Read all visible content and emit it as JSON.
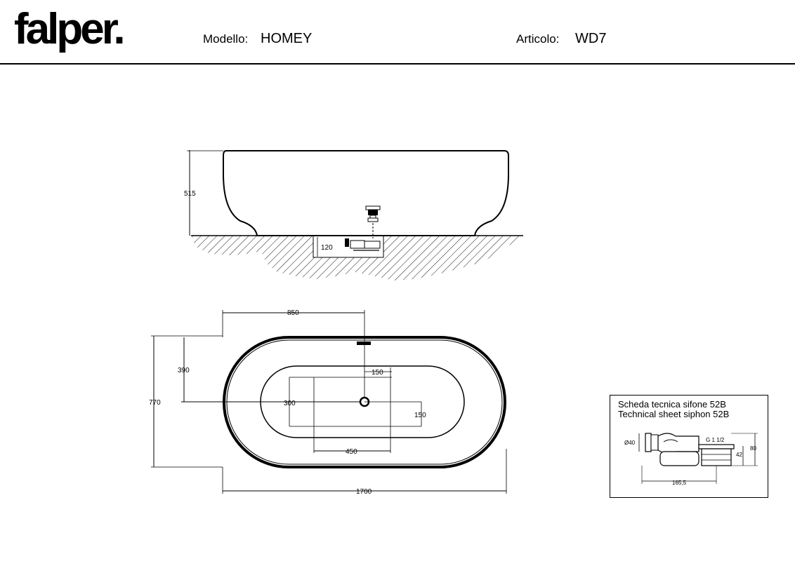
{
  "header": {
    "logo_text": "falper.",
    "model_label": "Modello:",
    "model_value": "HOMEY",
    "article_label": "Articolo:",
    "article_value": "WD7"
  },
  "side_view": {
    "height_dim": "515",
    "drain_depth_dim": "120"
  },
  "top_view": {
    "half_length_dim": "850",
    "half_width_dim": "390",
    "width_dim": "770",
    "drain_offset_dim": "150",
    "inner_height_dim": "300",
    "inner_half_dim": "150",
    "inner_width_dim": "450",
    "length_dim": "1700"
  },
  "siphon": {
    "title_it": "Scheda tecnica sifone 52B",
    "title_en": "Technical sheet siphon 52B",
    "diameter_dim": "Ø40",
    "thread_dim": "G 1 1/2",
    "height_dim": "80",
    "inner_height_dim": "42",
    "length_dim": "165,5"
  }
}
